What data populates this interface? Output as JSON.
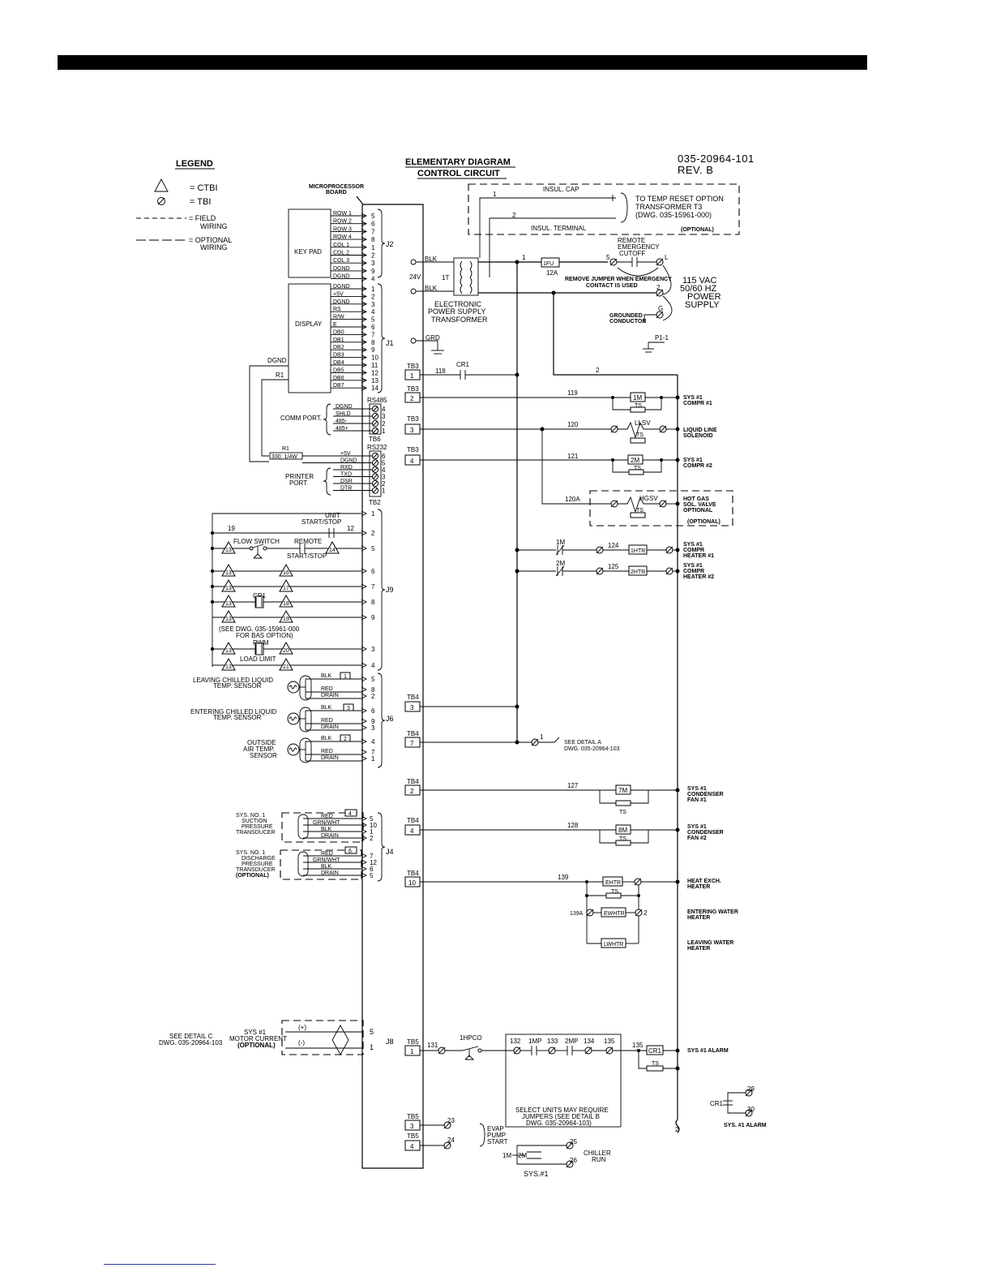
{
  "drawing": {
    "title_line1": "ELEMENTARY DIAGRAM",
    "title_line2": "CONTROL CIRCUIT",
    "number": "035-20964-101",
    "revision": "REV. B"
  },
  "legend": {
    "heading": "LEGEND",
    "items": [
      {
        "symbol": "triangle-icon",
        "text": "= CTBI"
      },
      {
        "symbol": "slashed-circle-icon",
        "text": "= TBI"
      },
      {
        "symbol": "field-wiring-line",
        "text1": "= FIELD",
        "text2": "WIRING"
      },
      {
        "symbol": "optional-wiring-line",
        "text1": "= OPTIONAL",
        "text2": "WIRING"
      }
    ]
  },
  "microprocessor": {
    "label1": "MICROPROCESSOR",
    "label2": "BOARD"
  },
  "keypad": {
    "label": "KEY PAD",
    "connector": "J2",
    "rows": [
      {
        "sig": "ROW 1",
        "pin": "5"
      },
      {
        "sig": "ROW 2",
        "pin": "6"
      },
      {
        "sig": "ROW 3",
        "pin": "7"
      },
      {
        "sig": "ROW 4",
        "pin": "8"
      },
      {
        "sig": "COL 1",
        "pin": "1"
      },
      {
        "sig": "COL 2",
        "pin": "2"
      },
      {
        "sig": "COL 3",
        "pin": "3"
      },
      {
        "sig": "DGND",
        "pin": "9"
      },
      {
        "sig": "DGND",
        "pin": "4"
      }
    ]
  },
  "display": {
    "label": "DISPLAY",
    "connector": "J1",
    "rows": [
      {
        "sig": "DGND",
        "pin": "1"
      },
      {
        "sig": "+5V",
        "pin": "2"
      },
      {
        "sig": "DGND",
        "pin": "3"
      },
      {
        "sig": "RS",
        "pin": "4"
      },
      {
        "sig": "R/W",
        "pin": "5"
      },
      {
        "sig": "E",
        "pin": "6"
      },
      {
        "sig": "DB0",
        "pin": "7"
      },
      {
        "sig": "DB1",
        "pin": "8"
      },
      {
        "sig": "DB2",
        "pin": "9"
      },
      {
        "sig": "DB3",
        "pin": "10"
      },
      {
        "sig": "DB4",
        "pin": "11"
      },
      {
        "sig": "DB5",
        "pin": "12"
      },
      {
        "sig": "DB6",
        "pin": "13"
      },
      {
        "sig": "DB7",
        "pin": "14"
      }
    ],
    "dgnd_label": "DGND",
    "r1_label": "R1"
  },
  "comm_port": {
    "label": "COMM PORT.",
    "header": "RS485",
    "block": "TB6",
    "rows": [
      {
        "sig": "DGND",
        "pin": "4"
      },
      {
        "sig": "SHLD",
        "pin": "3"
      },
      {
        "sig": "485-",
        "pin": "2"
      },
      {
        "sig": "485+",
        "pin": "1"
      }
    ]
  },
  "resistor": {
    "label": "R1",
    "value": "330, 1/4W"
  },
  "printer_port": {
    "label1": "PRINTER",
    "label2": "PORT",
    "header": "RS232",
    "block": "TB2",
    "rows": [
      {
        "sig": "+5V",
        "pin": "6"
      },
      {
        "sig": "DGND",
        "pin": "5"
      },
      {
        "sig": "RXD",
        "pin": "4"
      },
      {
        "sig": "TXD",
        "pin": "3"
      },
      {
        "sig": "DSR",
        "pin": "2"
      },
      {
        "sig": "DTR",
        "pin": "1"
      }
    ]
  },
  "j9": {
    "connector": "J9",
    "unit_label1": "UNIT",
    "unit_label2": "START/STOP",
    "wire19": "19",
    "wire12": "12",
    "flow_switch": "FLOW SWITCH",
    "remote1": "REMOTE",
    "remote2": "START/STOP",
    "cr1": "CR1",
    "pwm": "PWM",
    "load_limit": "LOAD LIMIT",
    "note1": "(SEE DWG. 035-15961-000",
    "note2": "FOR BAS OPTION)",
    "pins": [
      "1",
      "2",
      "5",
      "6",
      "7",
      "8",
      "9",
      "3",
      "4"
    ],
    "ctbi_left": [
      "13",
      "13",
      "13",
      "13",
      "13",
      "13",
      "13",
      "13"
    ],
    "ctbi_right": [
      "14",
      "16",
      "17",
      "18",
      "19",
      "20",
      "21"
    ]
  },
  "j6": {
    "connector": "J6",
    "sensors": [
      {
        "l1": "LEAVING CHILLED LIQUID",
        "l2": "TEMP. SENSOR",
        "tag": "1",
        "wires": [
          "BLK",
          "RED",
          "DRAIN"
        ],
        "pins": [
          "5",
          "8",
          "2"
        ]
      },
      {
        "l1": "ENTERING CHILLED LIQUID",
        "l2": "TEMP. SENSOR",
        "tag": "3",
        "wires": [
          "BLK",
          "RED",
          "DRAIN"
        ],
        "pins": [
          "6",
          "9",
          "3"
        ]
      },
      {
        "l1": "OUTSIDE",
        "l2": "AIR TEMP.",
        "l3": "SENSOR",
        "tag": "2",
        "wires": [
          "BLK",
          "RED",
          "DRAIN"
        ],
        "pins": [
          "4",
          "7",
          "1"
        ]
      }
    ]
  },
  "j4": {
    "connector": "J4",
    "suction": {
      "l1": "SYS. NO. 1",
      "l2": "SUCTION",
      "l3": "PRESSURE",
      "l4": "TRANSDUCER",
      "tag": "4",
      "wires": [
        "RED",
        "GRN/WHT",
        "BLK",
        "DRAIN"
      ],
      "pins": [
        "5",
        "10",
        "1",
        "2"
      ]
    },
    "discharge": {
      "l1": "SYS. NO. 1",
      "l2": "DISCHARGE",
      "l3": "PRESSURE",
      "l4": "TRANSDUCER",
      "l5": "(OPTIONAL)",
      "tag": "6",
      "wires": [
        "RED",
        "GRN/WHT",
        "BLK",
        "DRAIN"
      ],
      "pins": [
        "7",
        "12",
        "6",
        "5"
      ]
    }
  },
  "j8": {
    "connector": "J8",
    "detail1": "SEE DETAIL C",
    "detail2": "DWG. 035-20964-103",
    "label1": "SYS #1",
    "label2": "MOTOR CURRENT",
    "label3": "(OPTIONAL)",
    "plus": "(+)",
    "minus": "(-)",
    "pins": [
      "5",
      "1"
    ]
  },
  "power": {
    "blk": "BLK",
    "v24": "24V",
    "t1": "1T",
    "grd": "GRD",
    "transformer1": "ELECTRONIC",
    "transformer2": "POWER SUPPLY",
    "transformer3": "TRANSFORMER",
    "wire1": "1",
    "fuse": "1FU",
    "fuse_rating": "12A",
    "remote1": "REMOTE",
    "remote2": "EMERGENCY",
    "remote3": "CUTOFF",
    "t5": "5",
    "tL": "L",
    "t2": "2",
    "tG": "G",
    "jumper1": "REMOVE JUMPER WHEN EMERGENCY",
    "jumper2": "CONTACT IS USED",
    "supply1": "115 VAC",
    "supply2": "50/60 HZ",
    "supply3": "POWER",
    "supply4": "SUPPLY",
    "grounded1": "GROUNDED",
    "grounded2": "CONDUCTOR",
    "p1": "P1-1",
    "wire2": "2"
  },
  "option_box": {
    "insul_cap": "INSUL. CAP",
    "insul_terminal": "INSUL. TERMINAL",
    "w1": "1",
    "w2": "2",
    "to1": "TO TEMP RESET OPTION",
    "to2": "TRANSFORMER T3",
    "to3": "(DWG. 035-15961-000)",
    "optional": "(OPTIONAL)"
  },
  "rungs": {
    "cr1": "CR1",
    "w118": "118",
    "tb3_1": "1",
    "tb3_2": "2",
    "tb3_3": "3",
    "tb3_4": "4",
    "tb3": "TB3",
    "w119": "119",
    "c1m": "1M",
    "ts": "TS",
    "sys1_compr1_a": "SYS #1",
    "sys1_compr1_b": "COMPR #1",
    "w120": "120",
    "llsv": "LLSV",
    "liquid1": "LIQUID LINE",
    "liquid2": "SOLENOID",
    "w121": "121",
    "c2m": "2M",
    "sys1_compr2_a": "SYS #1",
    "sys1_compr2_b": "COMPR #2",
    "w120a": "120A",
    "hgsv": "HGSV",
    "hotgas1": "HOT GAS",
    "hotgas2": "SOL. VALVE",
    "hotgas3": "OPTIONAL",
    "hotgas4": "(OPTIONAL)",
    "m1": "1M",
    "w124": "124",
    "htr1": "1HTR",
    "heater1_a": "SYS #1",
    "heater1_b": "COMPR",
    "heater1_c": "HEATER #1",
    "m2": "2M",
    "w125": "125",
    "htr2": "2HTR",
    "heater2_a": "SYS #1",
    "heater2_b": "COMPR",
    "heater2_c": "HEATER #2",
    "tb4": "TB4",
    "tb4_3": "3",
    "tb4_7": "7",
    "detail_w": "1",
    "detail_a1": "SEE DETAIL A",
    "detail_a2": "DWG. 035-20964-103",
    "tb4_2": "2",
    "w127": "127",
    "c7m": "7M",
    "fan1_a": "SYS #1",
    "fan1_b": "CONDENSER",
    "fan1_c": "FAN #1",
    "tb4_4": "4",
    "w128": "128",
    "c8m": "8M",
    "fan2_a": "SYS #1",
    "fan2_b": "CONDENSER",
    "fan2_c": "FAN #2",
    "tb4_10": "10",
    "w139": "139",
    "ehtr": "EHTR",
    "heatx1": "HEAT EXCH.",
    "heatx2": "HEATER",
    "w139a": "139A",
    "ewhtr": "EWHTR",
    "w2": "2",
    "ent1": "ENTERING WATER",
    "ent2": "HEATER",
    "lwhtr": "LWHTR",
    "lv1": "LEAVING WATER",
    "lv2": "HEATER",
    "tb5": "TB5",
    "tb5_1": "1",
    "w131": "131",
    "hpco": "1HPCO",
    "w132": "132",
    "mp1": "1MP",
    "w133": "133",
    "mp2": "2MP",
    "w134": "134",
    "w135": "135",
    "w135b": "135",
    "cr1coil": "CR1",
    "alarm": "SYS #1 ALARM",
    "select1": "SELECT UNITS MAY REQUIRE",
    "select2": "JUMPERS (SEE DETAIL B",
    "select3": "DWG. 035-20964-103)",
    "tb5_3": "3",
    "w23": "23",
    "tb5_4": "4",
    "w24": "24",
    "evap1": "EVAP",
    "evap2": "PUMP",
    "evap3": "START",
    "w25": "25",
    "w26": "26",
    "c1m_b": "1M",
    "c2m_b": "2M",
    "chiller1": "CHILLER",
    "chiller2": "RUN",
    "sys1": "SYS.#1",
    "w29": "29",
    "w30": "30",
    "cr1b": "CR1",
    "sys1alarm": "SYS. #1 ALARM",
    "bottom2": "2"
  }
}
